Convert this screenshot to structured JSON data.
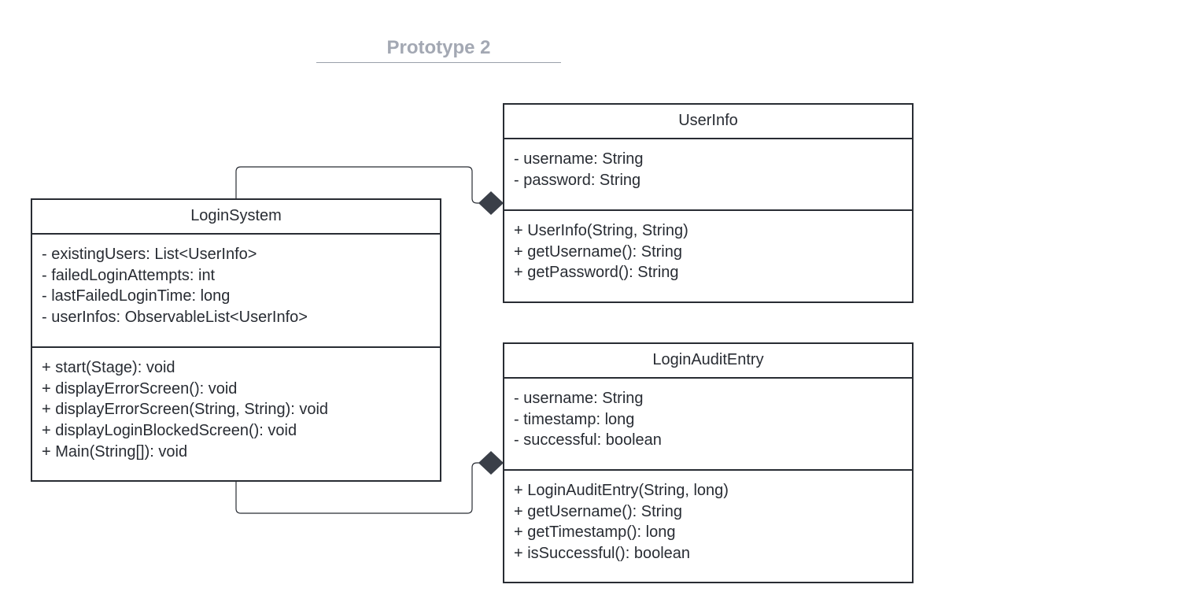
{
  "title": "Prototype 2",
  "colors": {
    "title": "#a3a8b3",
    "stroke": "#282c33",
    "diamond": "#3a3f48"
  },
  "classes": {
    "login_system": {
      "name": "LoginSystem",
      "attributes": [
        "- existingUsers: List<UserInfo>",
        "- failedLoginAttempts: int",
        "- lastFailedLoginTime: long",
        "- userInfos: ObservableList<UserInfo>"
      ],
      "methods": [
        "+ start(Stage): void",
        "+ displayErrorScreen(): void",
        "+ displayErrorScreen(String, String): void",
        "+ displayLoginBlockedScreen(): void",
        "+ Main(String[]): void"
      ]
    },
    "user_info": {
      "name": "UserInfo",
      "attributes": [
        "- username: String",
        "- password: String"
      ],
      "methods": [
        "+ UserInfo(String, String)",
        "+ getUsername(): String",
        "+ getPassword(): String"
      ]
    },
    "login_audit_entry": {
      "name": "LoginAuditEntry",
      "attributes": [
        "- username: String",
        "- timestamp: long",
        "- successful: boolean"
      ],
      "methods": [
        "+ LoginAuditEntry(String, long)",
        "+ getUsername(): String",
        "+ getTimestamp(): long",
        "+ isSuccessful(): boolean"
      ]
    }
  },
  "relationships": [
    {
      "from": "LoginSystem",
      "to": "UserInfo",
      "type": "composition"
    },
    {
      "from": "LoginSystem",
      "to": "LoginAuditEntry",
      "type": "composition"
    }
  ]
}
